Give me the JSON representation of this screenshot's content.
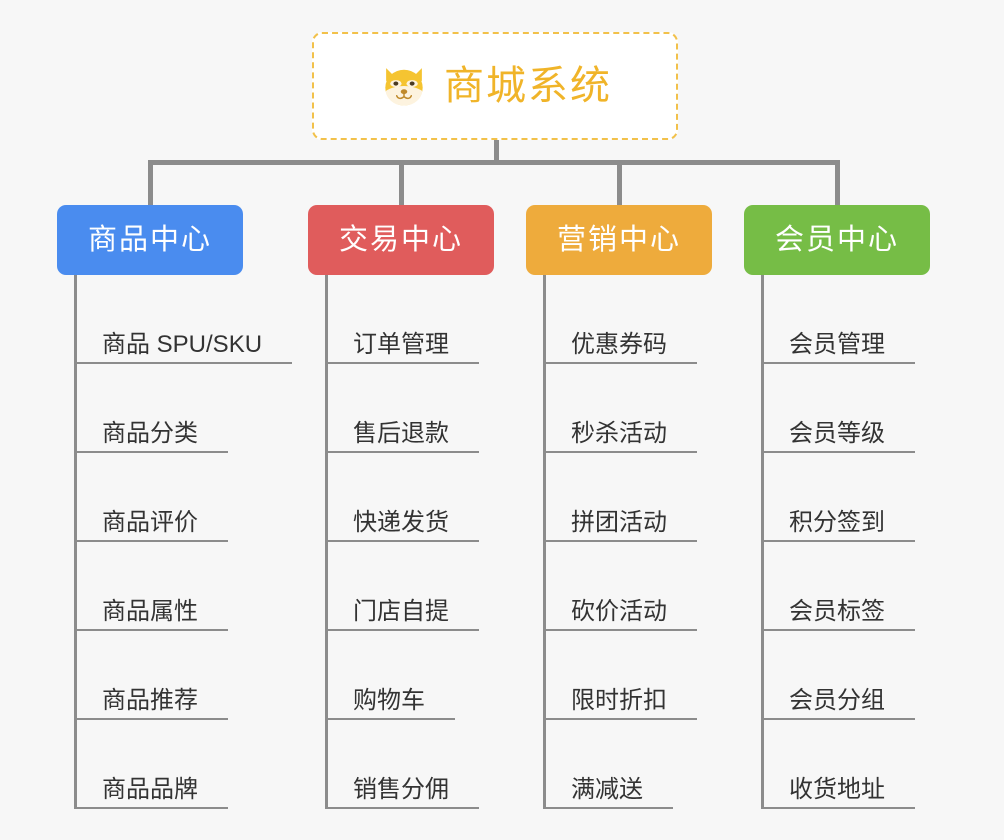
{
  "diagram": {
    "type": "tree-mindmap",
    "background_color": "#f7f7f7",
    "root": {
      "title": "商城系统",
      "icon": "shiba-dog-face-icon",
      "border_color": "#f2c14a",
      "text_color": "#f0b429",
      "background_color": "#ffffff"
    },
    "connector_color": "#8c8c8c",
    "categories": [
      {
        "label": "商品中心",
        "color": "#4a8cef",
        "items": [
          "商品 SPU/SKU",
          "商品分类",
          "商品评价",
          "商品属性",
          "商品推荐",
          "商品品牌"
        ]
      },
      {
        "label": "交易中心",
        "color": "#e05c5c",
        "items": [
          "订单管理",
          "售后退款",
          "快递发货",
          "门店自提",
          "购物车",
          "销售分佣"
        ]
      },
      {
        "label": "营销中心",
        "color": "#eeab3c",
        "items": [
          "优惠券码",
          "秒杀活动",
          "拼团活动",
          "砍价活动",
          "限时折扣",
          "满减送"
        ]
      },
      {
        "label": "会员中心",
        "color": "#76bd46",
        "items": [
          "会员管理",
          "会员等级",
          "积分签到",
          "会员标签",
          "会员分组",
          "收货地址"
        ]
      }
    ]
  }
}
